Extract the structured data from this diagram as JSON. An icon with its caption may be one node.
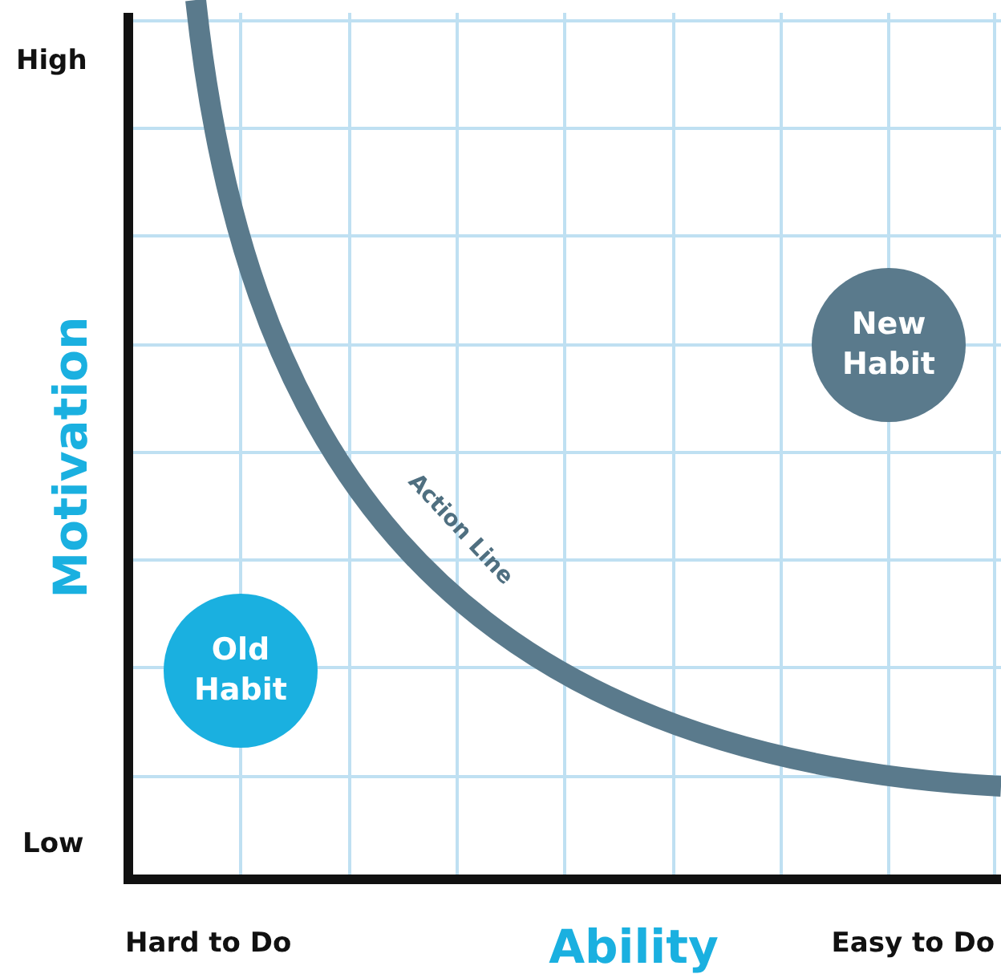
{
  "diagram": {
    "nodes": [
      {
        "text": [
          "Old Habit"
        ]
      },
      {
        "text": [
          "New Habit"
        ]
      }
    ],
    "edges": [],
    "labels": [
      "High",
      "Low",
      "Motivation",
      "Action Line",
      "Hard to Do",
      "Ability",
      "Easy to Do"
    ]
  }
}
